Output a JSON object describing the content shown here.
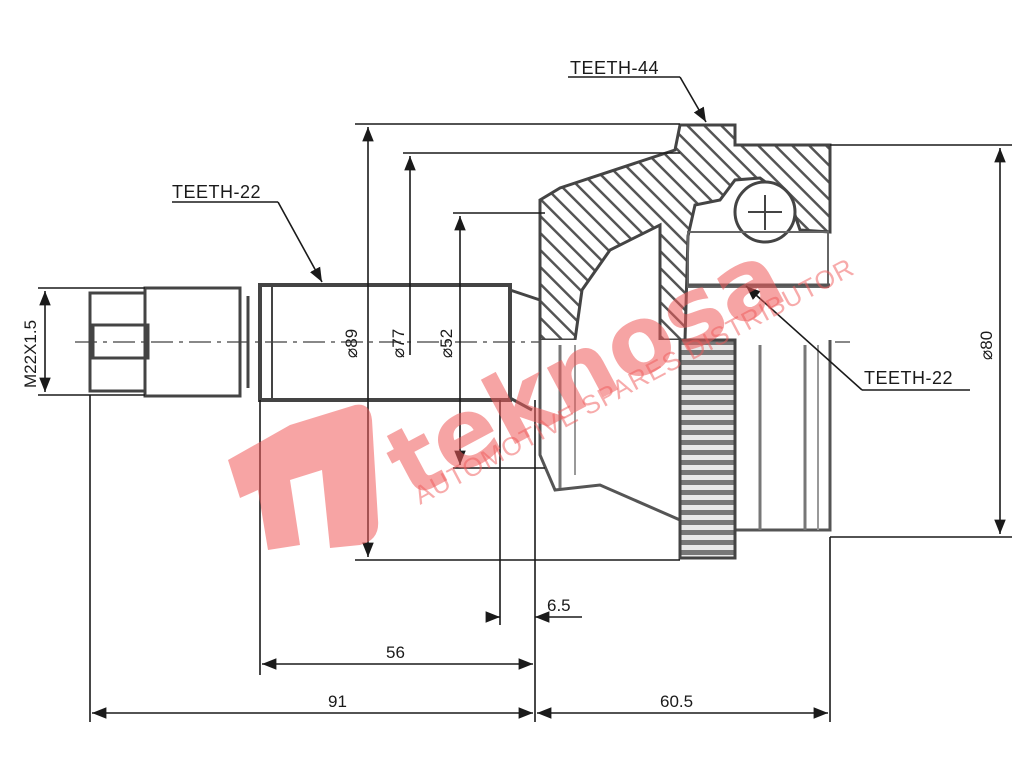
{
  "drawing": {
    "subject": "CV joint outer (technical drawing)",
    "callouts": {
      "teeth_ring": "TEETH-44",
      "teeth_shaft": "TEETH-22",
      "teeth_inner": "TEETH-22"
    },
    "dimensions": {
      "thread": "M22X1.5",
      "dia_89": "⌀89",
      "dia_77": "⌀77",
      "dia_52": "⌀52",
      "dia_80": "⌀80",
      "len_6_5": "6.5",
      "len_56": "56",
      "len_91": "91",
      "len_60_5": "60.5"
    },
    "colors": {
      "line": "#1a1a1a",
      "hatch": "#555555",
      "watermark": "#f05a5a"
    }
  },
  "watermark": {
    "brand": "teknosa",
    "tagline": "AUTOMOTIVE SPARES DISTRIBUTOR"
  }
}
